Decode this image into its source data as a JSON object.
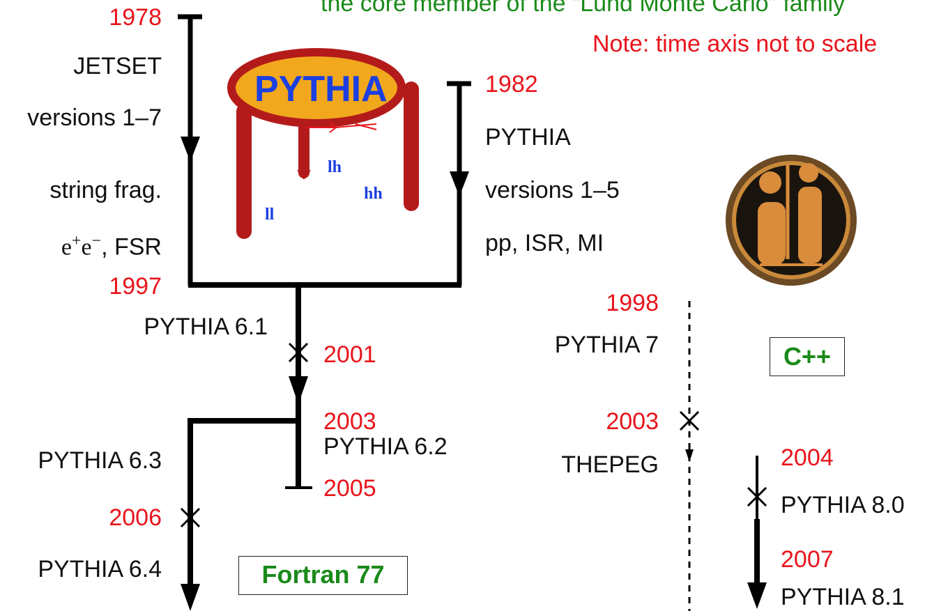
{
  "header": {
    "subtitle": "the core member of the “Lund Monte Carlo” family",
    "note": "Note: time axis not to scale"
  },
  "logo_text": "PYTHIA",
  "logo_labels": {
    "ll": "ll",
    "lh": "lh",
    "hh": "hh"
  },
  "jetset": {
    "year": "1978",
    "name": "JETSET",
    "versions": "versions 1–7",
    "physics": "string frag.",
    "processes_prefix": "e",
    "processes_sup1": "+",
    "processes_mid": "e",
    "processes_sup2": "−",
    "processes_suffix": ", FSR",
    "merge_year": "1997"
  },
  "pythia_early": {
    "year": "1982",
    "name": "PYTHIA",
    "versions": "versions 1–5",
    "physics": "pp, ISR, MI"
  },
  "fortran": {
    "v61": "PYTHIA 6.1",
    "y2001": "2001",
    "y2003": "2003",
    "v62": "PYTHIA 6.2",
    "y2005": "2005",
    "v63": "PYTHIA 6.3",
    "y2006": "2006",
    "v64": "PYTHIA 6.4",
    "box": "Fortran 77"
  },
  "cpp": {
    "y1998": "1998",
    "v7": "PYTHIA 7",
    "y2003": "2003",
    "thepeg": "THEPEG",
    "y2004": "2004",
    "v80": "PYTHIA 8.0",
    "y2007": "2007",
    "v81": "PYTHIA 8.1",
    "box": "C++"
  },
  "colors": {
    "year": "#e8141b",
    "lang": "#1a8a1a",
    "logo_ring": "#b31b1b",
    "logo_fill": "#f2a81d",
    "logo_text": "#1c3fe0"
  }
}
